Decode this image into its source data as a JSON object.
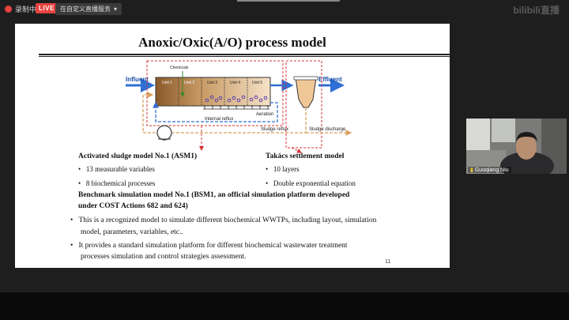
{
  "topbar": {
    "recording_label": "录制中",
    "live_badge": "LIVE",
    "service_label": "在自定义直播服务",
    "service_chevron": "▾",
    "logo": "bilibili直播"
  },
  "slide": {
    "title": "Anoxic/Oxic(A/O) process model",
    "diagram": {
      "influent": "Influent",
      "effluent": "Effluent",
      "chemicals": "Chemicals",
      "units": [
        "Unit 1",
        "Unit 2",
        "Unit 3",
        "Unit 4",
        "Unit 5"
      ],
      "internal_reflux": "Internal reflux",
      "aeration": "Aeration",
      "sludge_reflux": "Sludge reflux",
      "sludge_discharge": "Sludge discharge"
    },
    "asm1_heading": "Activated sludge model No.1 (ASM1)",
    "asm1_bullets": [
      "13 measurable variables",
      "8 biochemical processes"
    ],
    "takacs_heading": "Takács settlement model",
    "takacs_bullets": [
      "10 layers",
      "Double exponential equation"
    ],
    "bsm1_heading_line1": "Benchmark simulation model No.1 (BSM1, an official simulation platform developed",
    "bsm1_heading_line2": "under COST Actions 682 and 624)",
    "bullet1_line1": "This is a recognized model to simulate different biochemical WWTPs, including layout, simulation",
    "bullet1_line2": "model, parameters, variables, etc..",
    "bullet2_line1": "It provides a standard simulation platform for different biochemical wastewater treatment",
    "bullet2_line2": "processes simulation and control strategies assessment.",
    "page_number": "11"
  },
  "camera": {
    "name": "Guoqiang Niu"
  },
  "colors": {
    "accent_blue": "#2f6fd6",
    "reflux_red": "#d93030",
    "sludge_orange": "#d8a060",
    "live_red": "#e7433f"
  }
}
